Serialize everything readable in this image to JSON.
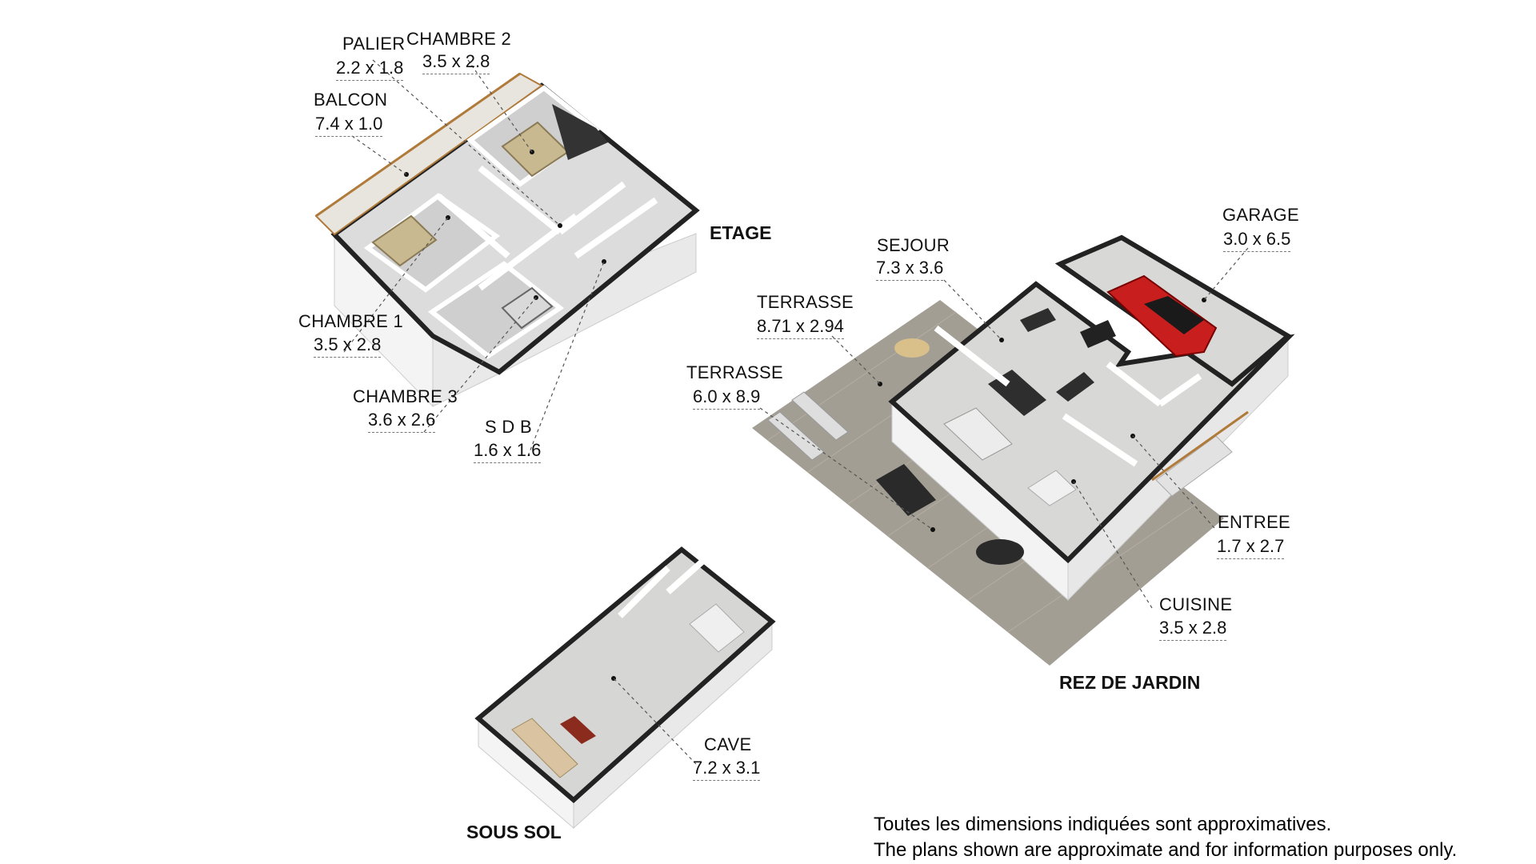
{
  "levels": {
    "etage": "ETAGE",
    "rez_de_jardin": "REZ DE JARDIN",
    "sous_sol": "SOUS SOL"
  },
  "rooms": {
    "palier": {
      "name": "PALIER",
      "dims": "2.2 x 1.8"
    },
    "chambre_2": {
      "name": "CHAMBRE 2",
      "dims": "3.5 x 2.8"
    },
    "balcon": {
      "name": "BALCON",
      "dims": "7.4 x 1.0"
    },
    "chambre_1": {
      "name": "CHAMBRE 1",
      "dims": "3.5 x 2.8"
    },
    "chambre_3": {
      "name": "CHAMBRE 3",
      "dims": "3.6 x 2.6"
    },
    "sdb": {
      "name": "S D B",
      "dims": "1.6 x 1.6"
    },
    "sejour": {
      "name": "SEJOUR",
      "dims": "7.3 x 3.6"
    },
    "garage": {
      "name": "GARAGE",
      "dims": "3.0 x 6.5"
    },
    "terrasse_1": {
      "name": "TERRASSE",
      "dims": "8.71 x 2.94"
    },
    "terrasse_2": {
      "name": "TERRASSE",
      "dims": "6.0 x 8.9"
    },
    "entree": {
      "name": "ENTREE",
      "dims": "1.7 x 2.7"
    },
    "cuisine": {
      "name": "CUISINE",
      "dims": "3.5 x 2.8"
    },
    "cave": {
      "name": "CAVE",
      "dims": "7.2 x 3.1"
    }
  },
  "disclaimer": {
    "fr": "Toutes les dimensions indiquées sont approximatives.",
    "en": "The plans shown are approximate and for information purposes only."
  },
  "colors": {
    "wall_top": "#2b2b2b",
    "wall_face": "#f2f2f2",
    "floor": "#d8d8d6",
    "terrace": "#a39e94",
    "car": "#c81e1e",
    "balcony_rail": "#b07a3a"
  }
}
